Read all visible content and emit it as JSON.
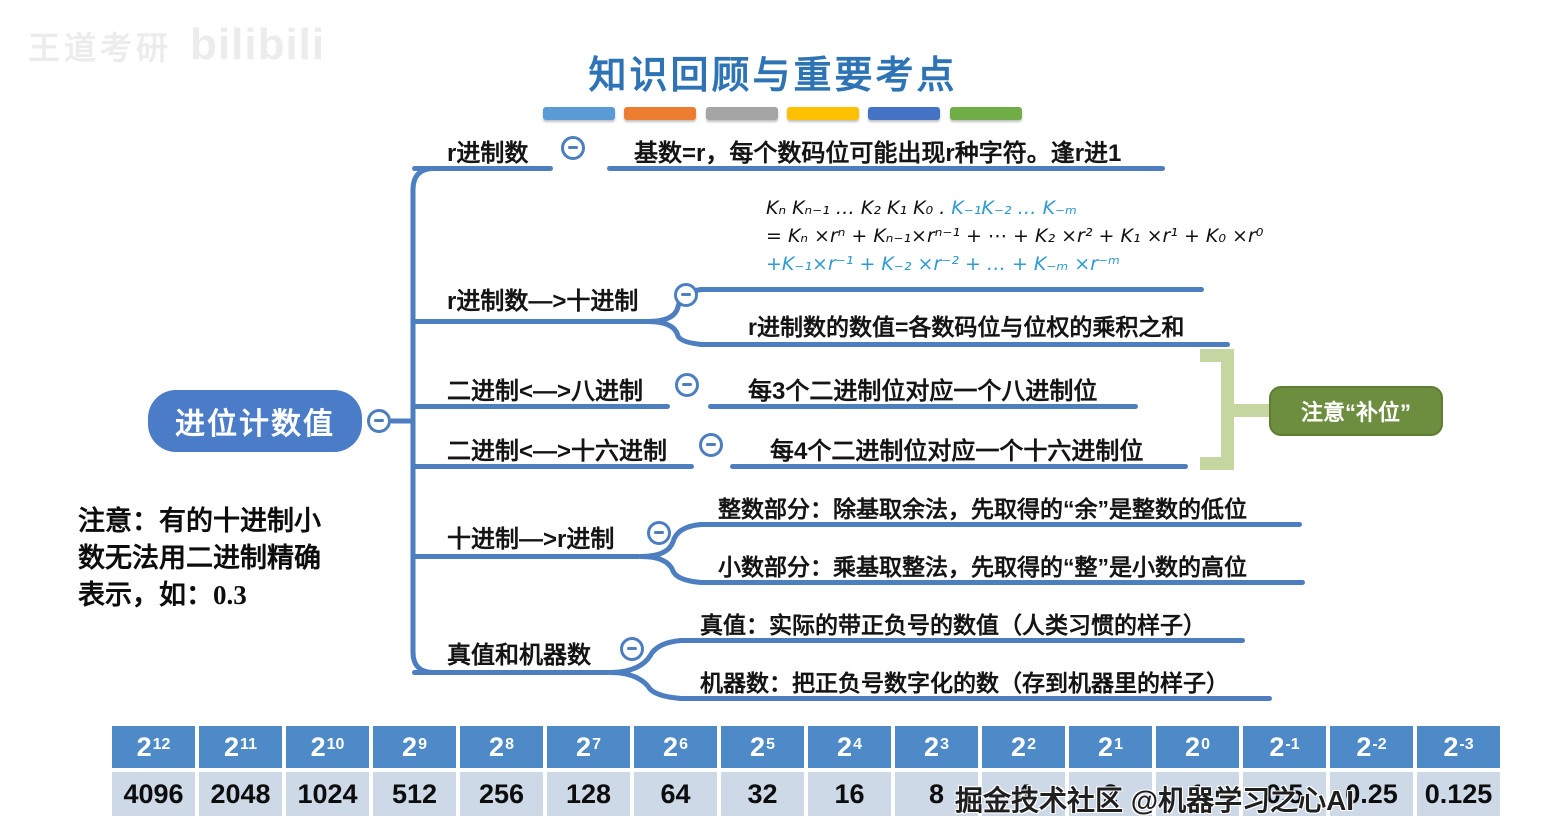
{
  "title": "知识回顾与重要考点",
  "accent_bars": [
    "#5b9bd5",
    "#ed7d31",
    "#a5a5a5",
    "#ffc000",
    "#4472c4",
    "#70ad47"
  ],
  "colors": {
    "title_blue": "#2e74b5",
    "branch_line_blue": "#4d7ec0",
    "root_fill": "#4a7cc8",
    "formula_blue": "#2e9bd1",
    "callout_green": "#6d8e3f",
    "bracket_light_green": "#c5d6a1",
    "table_header_bg": "#4e89c8",
    "table_value_bg": "#cdd9e7"
  },
  "watermarks": {
    "top_left_text": "王道考研",
    "top_left_logo": "bilibili",
    "bottom_right": "掘金技术社区 @机器学习之心AI"
  },
  "root": {
    "label": "进位计数值"
  },
  "note": {
    "line1": "注意：有的十进制小",
    "line2": "数无法用二进制精确",
    "line3": "表示，如：0.3"
  },
  "branches": {
    "b1": {
      "label": "r进制数",
      "child": "基数=r，每个数码位可能出现r种字符。逢r进1"
    },
    "b2": {
      "label": "r进制数—>十进制",
      "formula_line1_black": "Kₙ Kₙ₋₁ … K₂ K₁ K₀ .",
      "formula_line1_blue": " K₋₁K₋₂ … K₋ₘ",
      "formula_line2": "= Kₙ ×rⁿ + Kₙ₋₁×rⁿ⁻¹ + ⋯ + K₂ ×r² + K₁ ×r¹ + K₀ ×r⁰",
      "formula_line3": "+K₋₁×r⁻¹ + K₋₂ ×r⁻² + … + K₋ₘ ×r⁻ᵐ",
      "child": "r进制数的数值=各数码位与位权的乘积之和"
    },
    "b3": {
      "label": "二进制<—>八进制",
      "child": "每3个二进制位对应一个八进制位"
    },
    "b4": {
      "label": "二进制<—>十六进制",
      "child": "每4个二进制位对应一个十六进制位"
    },
    "b5": {
      "label": "十进制—>r进制",
      "child1": "整数部分：除基取余法，先取得的“余”是整数的低位",
      "child2": "小数部分：乘基取整法，先取得的“整”是小数的高位"
    },
    "b6": {
      "label": "真值和机器数",
      "child1": "真值：实际的带正负号的数值（人类习惯的样子）",
      "child2": "机器数：把正负号数字化的数（存到机器里的样子）"
    }
  },
  "callout": {
    "label": "注意“补位”"
  },
  "table": {
    "base": "2",
    "columns": [
      {
        "exp": "12",
        "value": "4096"
      },
      {
        "exp": "11",
        "value": "2048"
      },
      {
        "exp": "10",
        "value": "1024"
      },
      {
        "exp": "9",
        "value": "512"
      },
      {
        "exp": "8",
        "value": "256"
      },
      {
        "exp": "7",
        "value": "128"
      },
      {
        "exp": "6",
        "value": "64"
      },
      {
        "exp": "5",
        "value": "32"
      },
      {
        "exp": "4",
        "value": "16"
      },
      {
        "exp": "3",
        "value": "8"
      },
      {
        "exp": "2",
        "value": "4"
      },
      {
        "exp": "1",
        "value": "2"
      },
      {
        "exp": "0",
        "value": "1"
      },
      {
        "exp": "-1",
        "value": "0.5"
      },
      {
        "exp": "-2",
        "value": "0.25"
      },
      {
        "exp": "-3",
        "value": "0.125"
      }
    ]
  }
}
